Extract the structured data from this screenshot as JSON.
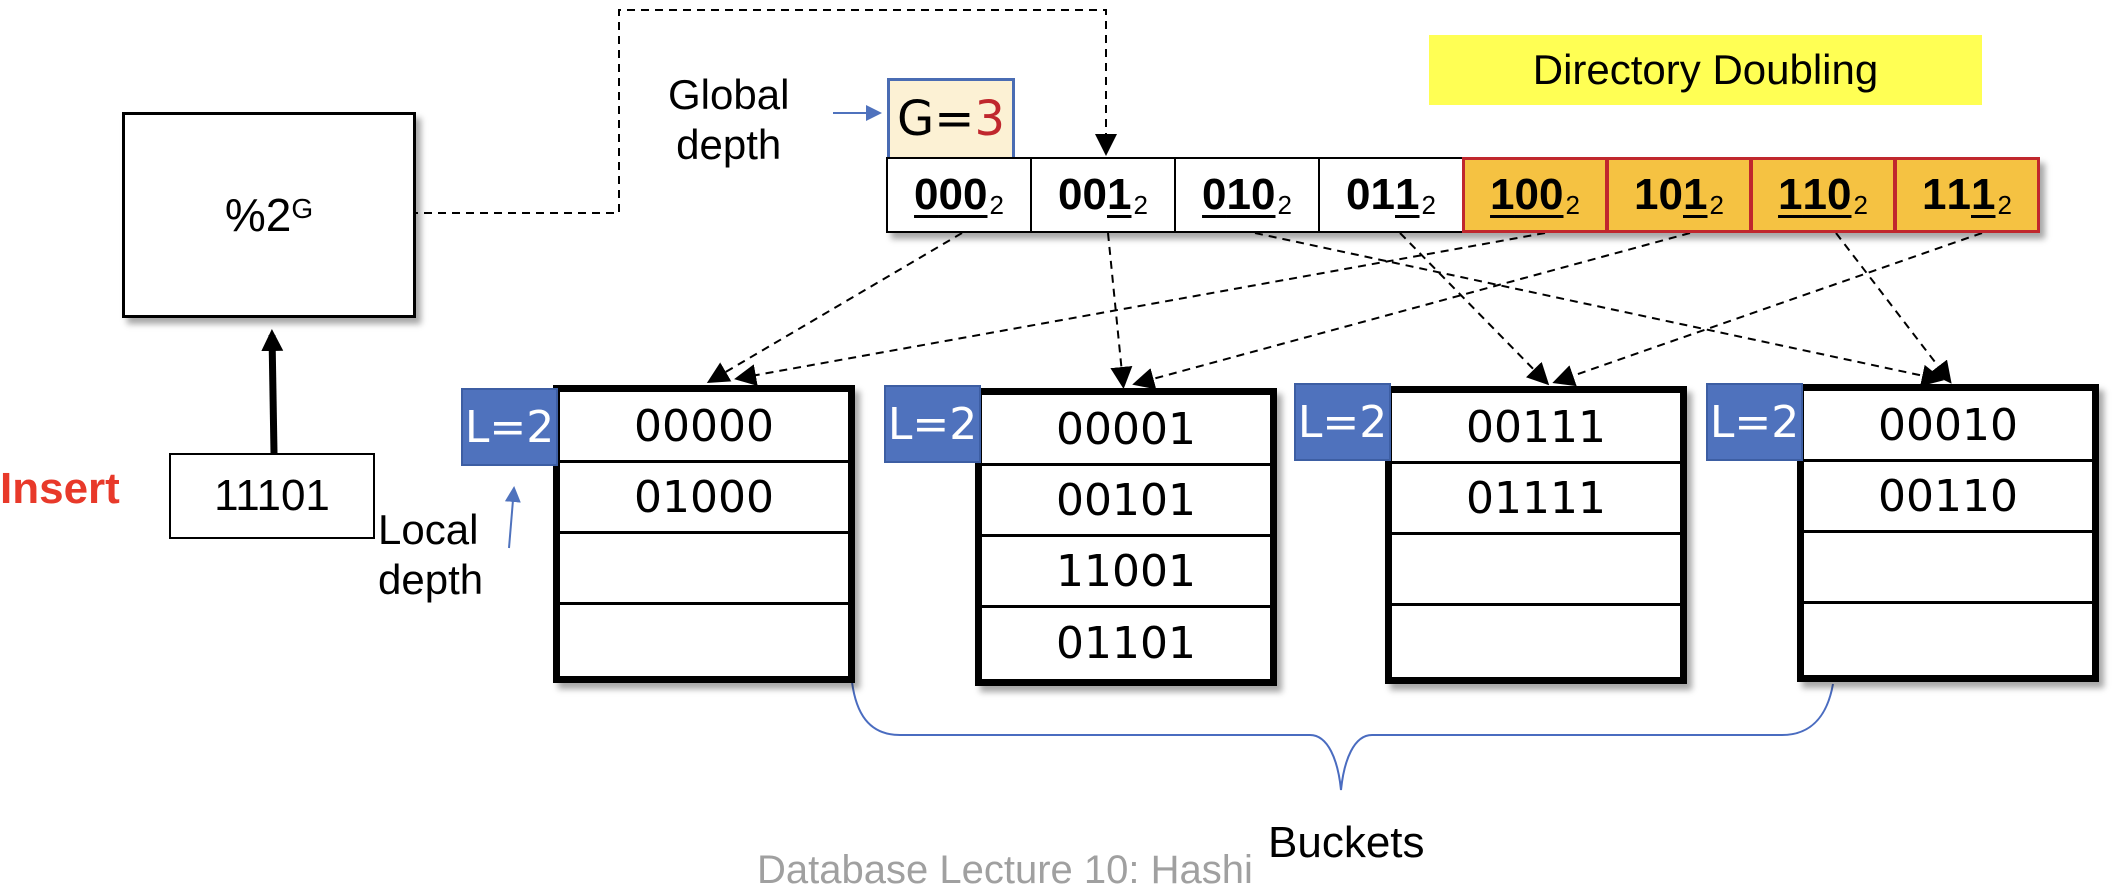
{
  "title_banner": "Directory Doubling",
  "hash_function": {
    "text": "%2",
    "superscript": "G"
  },
  "insert": {
    "label": "Insert",
    "key": "11101"
  },
  "global_depth": {
    "label_line1": "Global",
    "label_line2": "depth",
    "prefix": "G=",
    "value": "3"
  },
  "local_depth_label": {
    "line1": "Local",
    "line2": "depth"
  },
  "directory": {
    "subscript": "2",
    "entries": [
      {
        "bits": [
          "0",
          "0",
          "0"
        ],
        "underlined": [
          true,
          true,
          true
        ],
        "doubled": false,
        "bucket": 0
      },
      {
        "bits": [
          "0",
          "0",
          "1"
        ],
        "underlined": [
          false,
          false,
          true
        ],
        "doubled": false,
        "bucket": 1
      },
      {
        "bits": [
          "0",
          "1",
          "0"
        ],
        "underlined": [
          true,
          true,
          true
        ],
        "doubled": false,
        "bucket": 3
      },
      {
        "bits": [
          "0",
          "1",
          "1"
        ],
        "underlined": [
          false,
          false,
          true
        ],
        "doubled": false,
        "bucket": 2
      },
      {
        "bits": [
          "1",
          "0",
          "0"
        ],
        "underlined": [
          true,
          true,
          true
        ],
        "doubled": true,
        "bucket": 0
      },
      {
        "bits": [
          "1",
          "0",
          "1"
        ],
        "underlined": [
          false,
          false,
          true
        ],
        "doubled": true,
        "bucket": 1
      },
      {
        "bits": [
          "1",
          "1",
          "0"
        ],
        "underlined": [
          true,
          true,
          true
        ],
        "doubled": true,
        "bucket": 3
      },
      {
        "bits": [
          "1",
          "1",
          "1"
        ],
        "underlined": [
          false,
          false,
          true
        ],
        "doubled": true,
        "bucket": 2
      }
    ]
  },
  "buckets": [
    {
      "local_depth": "L=2",
      "slots": [
        "00000",
        "01000",
        "",
        ""
      ]
    },
    {
      "local_depth": "L=2",
      "slots": [
        "00001",
        "00101",
        "11001",
        "01101"
      ]
    },
    {
      "local_depth": "L=2",
      "slots": [
        "00111",
        "01111",
        "",
        ""
      ]
    },
    {
      "local_depth": "L=2",
      "slots": [
        "00010",
        "00110",
        "",
        ""
      ]
    }
  ],
  "buckets_label": "Buckets",
  "footer_partial": "Database Lecture 10: Hashi",
  "colors": {
    "insert": "#e8392a",
    "global_value": "#c0272d",
    "doubled_fill": "#f5c242",
    "doubled_border": "#c0272d",
    "local_depth_fill": "#4f72bd",
    "banner_fill": "#ffff54",
    "gbox_fill": "#fcf1d4",
    "brace": "#4a6cc0"
  }
}
